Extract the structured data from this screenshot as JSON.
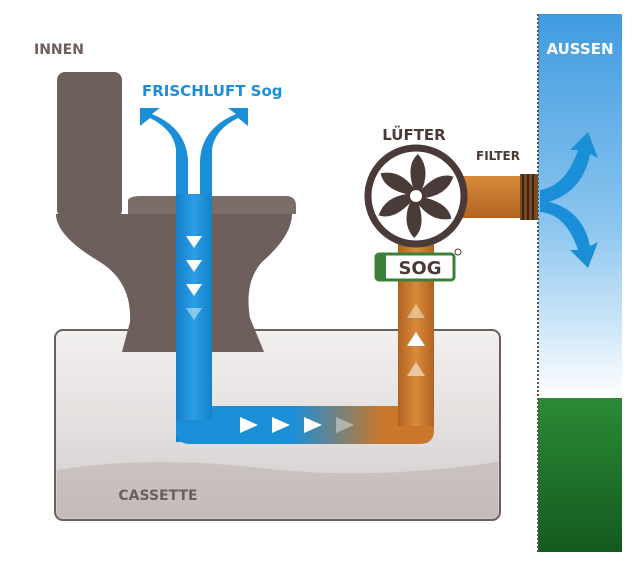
{
  "labels": {
    "inside": "INNEN",
    "fresh_air": "FRISCHLUFT Sog",
    "outside": "AUSSEN",
    "fan": "LÜFTER",
    "filter": "FILTER",
    "logo": "SOG",
    "tank": "CASSETTE"
  },
  "colors": {
    "fresh_air_blue": "#1a8fd8",
    "exhaust_orange": "#c9772a",
    "toilet_brown": "#6e5f5d",
    "cassette_gray": "#d9d4d3",
    "grass_green": "#1e6b2a",
    "sky_blue": "#3f9be0",
    "logo_green": "#3a7f3a"
  },
  "icons": {
    "fan": "fan-icon",
    "logo": "sog-logo",
    "toilet": "toilet-icon"
  }
}
